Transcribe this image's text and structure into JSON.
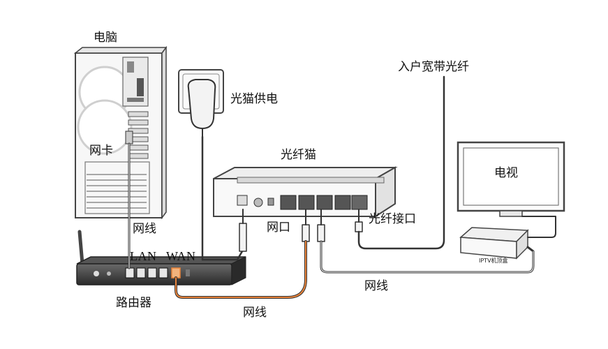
{
  "labels": {
    "computer": "电脑",
    "nic": "网卡",
    "cable_pc_router": "网线",
    "modem_power": "光猫供电",
    "fiber_modem": "光纤猫",
    "incoming_fiber": "入户宽带光纤",
    "tv": "电视",
    "lan_port_modem": "网口",
    "fiber_port": "光纤接口",
    "lan": "LAN",
    "wan": "WAN",
    "router": "路由器",
    "cable_router_modem": "网线",
    "cable_modem_stb": "网线",
    "stb": "IPTV机顶盒"
  },
  "colors": {
    "line": "#333333",
    "wan_cable": "#e8833a",
    "device_fill": "#f6f6f6",
    "dark_panel": "#3a3a3a"
  }
}
